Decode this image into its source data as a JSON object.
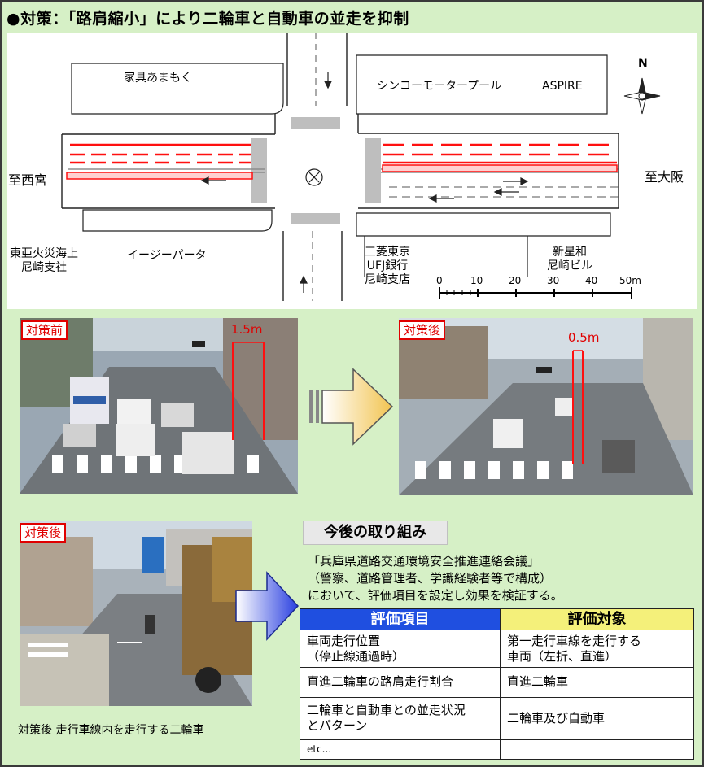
{
  "title": "●対策：「路肩縮小」により二輪車と自動車の並走を抑制",
  "map": {
    "north": "N",
    "labels": {
      "furniture_store": "家具あまもく",
      "shinko_motor_pool": "シンコーモータープール",
      "aspire": "ASPIRE",
      "to_nishinomiya": "至西宮",
      "to_osaka": "至大阪",
      "toa_kasai": "東亜火災海上\n尼崎支社",
      "easy_parter": "イージーパータ",
      "mitsubishi_ufj": "三菱東京\nUFJ銀行\n尼崎支店",
      "shin_seiwa": "新星和\n尼崎ビル"
    },
    "scale": {
      "ticks": [
        "0",
        "10",
        "20",
        "30",
        "40",
        "50m"
      ]
    }
  },
  "photos": {
    "before": {
      "tag": "対策前",
      "measure": "1.5m"
    },
    "after": {
      "tag": "対策後",
      "measure": "0.5m"
    },
    "after2": {
      "tag": "対策後"
    }
  },
  "future": {
    "heading": "今後の取り組み",
    "description": "「兵庫県道路交通環境安全推進連絡会議」\n（警察、道路管理者、学識経験者等で構成）\nにおいて、評価項目を設定し効果を検証する。"
  },
  "evaluation_table": {
    "headers": [
      "評価項目",
      "評価対象"
    ],
    "rows": [
      [
        "車両走行位置\n（停止線通過時）",
        "第一走行車線を走行する\n車両（左折、直進）"
      ],
      [
        "直進二輪車の路肩走行割合",
        "直進二輪車"
      ],
      [
        "二輪車と自動車との並走状況\nとパターン",
        "二輪車及び自動車"
      ],
      [
        "etc...",
        ""
      ]
    ]
  },
  "caption": "対策後  走行車線内を走行する二輪車"
}
